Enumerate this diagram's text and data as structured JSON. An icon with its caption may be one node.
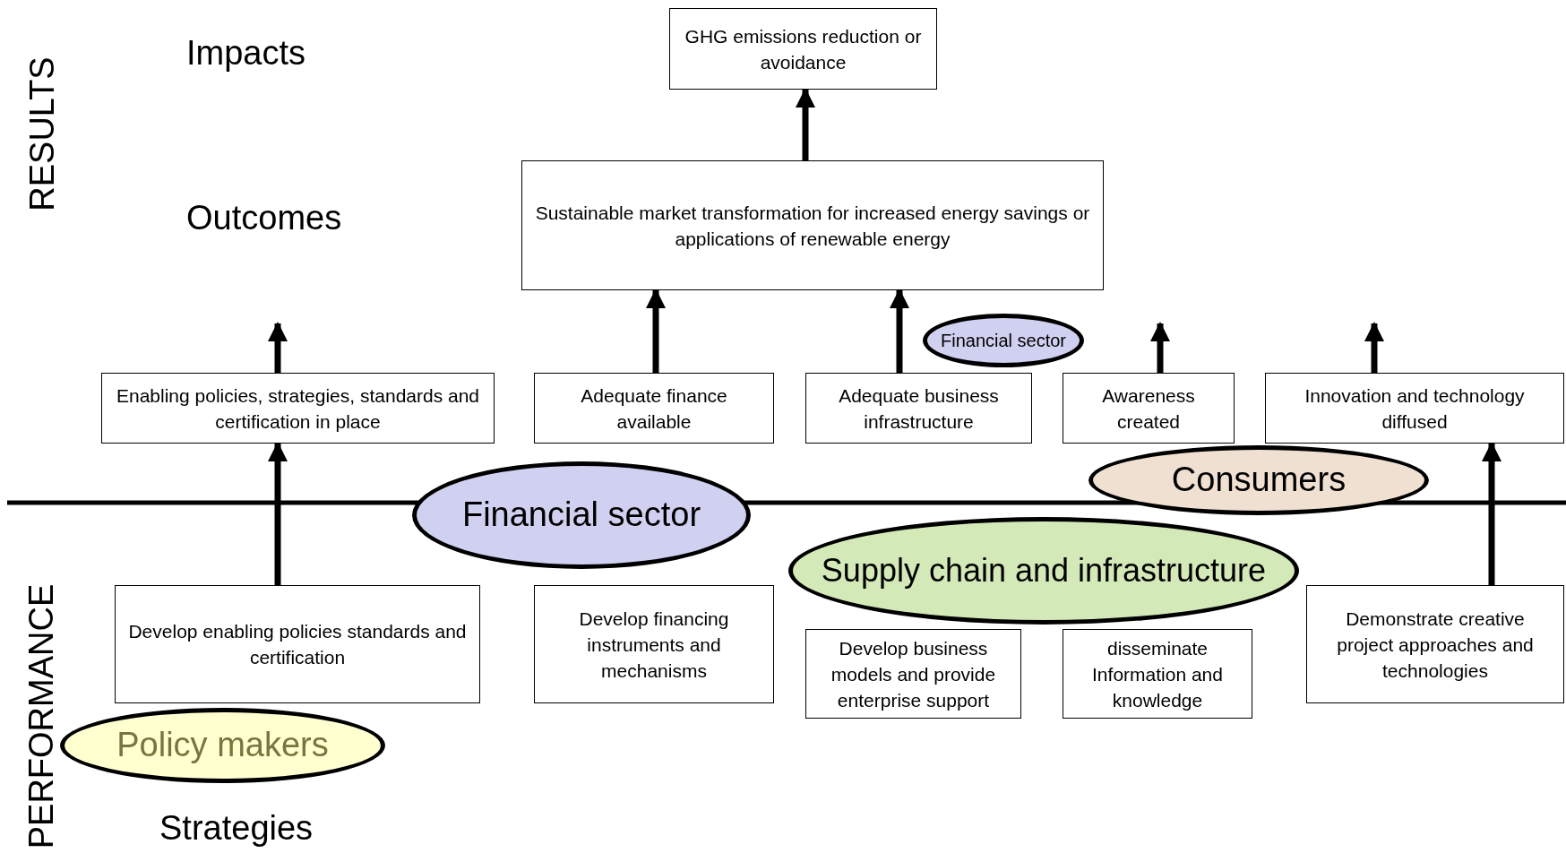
{
  "diagram": {
    "nodes": [
      {
        "text": [
          "GHG emissions reduction or avoidance"
        ]
      },
      {
        "text": [
          "Sustainable market transformation for increased energy savings or applications of renewable energy"
        ]
      },
      {
        "text": [
          "Financial sector"
        ]
      },
      {
        "text": [
          "Enabling policies, strategies, standards and certification in place"
        ]
      },
      {
        "text": [
          "Adequate finance available"
        ]
      },
      {
        "text": [
          "Adequate business infrastructure"
        ]
      },
      {
        "text": [
          "Awareness created"
        ]
      },
      {
        "text": [
          "Innovation and technology diffused"
        ]
      },
      {
        "text": [
          "Financial sector"
        ]
      },
      {
        "text": [
          "Consumers"
        ]
      },
      {
        "text": [
          "Supply chain and infrastructure"
        ]
      },
      {
        "text": [
          "Develop enabling policies standards and certification"
        ]
      },
      {
        "text": [
          "Develop financing instruments and mechanisms"
        ]
      },
      {
        "text": [
          "Develop business models and provide enterprise support"
        ]
      },
      {
        "text": [
          "disseminate Information and knowledge"
        ]
      },
      {
        "text": [
          "Demonstrate creative project approaches and technologies"
        ]
      },
      {
        "text": [
          "Policy makers"
        ]
      }
    ],
    "edges": [
      {
        "from": 1,
        "to": 0,
        "arrow": "to"
      },
      {
        "from": 3,
        "to": null,
        "arrow": "to"
      },
      {
        "from": 4,
        "to": 1,
        "arrow": "to"
      },
      {
        "from": 5,
        "to": 1,
        "arrow": "to"
      },
      {
        "from": 6,
        "to": null,
        "arrow": "to"
      },
      {
        "from": 7,
        "to": null,
        "arrow": "to"
      },
      {
        "from": 11,
        "to": 3,
        "arrow": "to"
      },
      {
        "from": 15,
        "to": 7,
        "arrow": "to"
      }
    ],
    "labels": [
      "RESULTS",
      "Impacts",
      "Outcomes",
      "PERFORMANCE",
      "Strategies"
    ]
  }
}
